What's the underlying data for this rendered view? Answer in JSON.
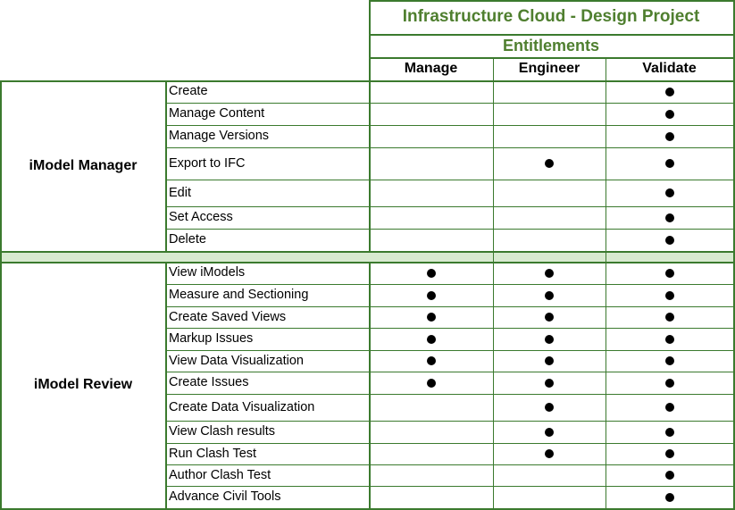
{
  "header": {
    "title": "Infrastructure Cloud - Design Project",
    "subtitle": "Entitlements",
    "columns": [
      "Manage",
      "Engineer",
      "Validate"
    ]
  },
  "groups": [
    {
      "name": "iModel Manager",
      "rows": [
        {
          "feature": "Create",
          "entitlements": [
            false,
            false,
            true
          ]
        },
        {
          "feature": "Manage Content",
          "entitlements": [
            false,
            false,
            true
          ]
        },
        {
          "feature": "Manage Versions",
          "entitlements": [
            false,
            false,
            true
          ]
        },
        {
          "feature": "Export to IFC",
          "entitlements": [
            false,
            true,
            true
          ]
        },
        {
          "feature": "Edit",
          "entitlements": [
            false,
            false,
            true
          ]
        },
        {
          "feature": "Set Access",
          "entitlements": [
            false,
            false,
            true
          ]
        },
        {
          "feature": "Delete",
          "entitlements": [
            false,
            false,
            true
          ]
        }
      ]
    },
    {
      "name": "iModel Review",
      "rows": [
        {
          "feature": "View iModels",
          "entitlements": [
            true,
            true,
            true
          ]
        },
        {
          "feature": "Measure and Sectioning",
          "entitlements": [
            true,
            true,
            true
          ]
        },
        {
          "feature": "Create Saved  Views",
          "entitlements": [
            true,
            true,
            true
          ]
        },
        {
          "feature": "Markup Issues",
          "entitlements": [
            true,
            true,
            true
          ]
        },
        {
          "feature": "View Data Visualization",
          "entitlements": [
            true,
            true,
            true
          ]
        },
        {
          "feature": "Create Issues",
          "entitlements": [
            true,
            true,
            true
          ]
        },
        {
          "feature": "Create Data Visualization",
          "entitlements": [
            false,
            true,
            true
          ]
        },
        {
          "feature": "View Clash results",
          "entitlements": [
            false,
            true,
            true
          ]
        },
        {
          "feature": "Run Clash Test",
          "entitlements": [
            false,
            true,
            true
          ]
        },
        {
          "feature": "Author Clash Test",
          "entitlements": [
            false,
            false,
            true
          ]
        },
        {
          "feature": "Advance Civil Tools",
          "entitlements": [
            false,
            false,
            true
          ]
        }
      ]
    }
  ],
  "colors": {
    "border": "#3b7a2e",
    "grid": "#3b7a2e",
    "title": "#4f7f2f",
    "separator_fill": "#d8ead0"
  }
}
